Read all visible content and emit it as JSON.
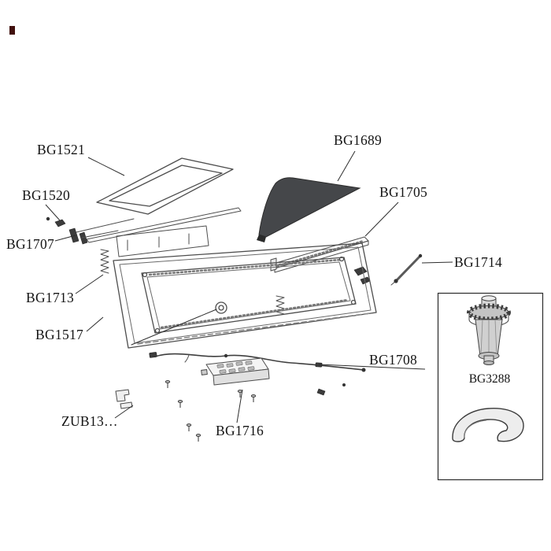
{
  "page": {
    "background": "#ffffff"
  },
  "diagram": {
    "type": "exploded-parts-diagram",
    "line_color": "#4d4d4d",
    "label_color": "#141414",
    "glass_color": "#45474a",
    "inset_border_color": "#2b2b2b"
  },
  "labels": [
    {
      "part": "bg1521",
      "text": "BG1521"
    },
    {
      "part": "bg1689",
      "text": "BG1689"
    },
    {
      "part": "bg1520",
      "text": "BG1520"
    },
    {
      "part": "bg1705",
      "text": "BG1705"
    },
    {
      "part": "bg1707",
      "text": "BG1707"
    },
    {
      "part": "bg1714",
      "text": "BG1714"
    },
    {
      "part": "bg1713",
      "text": "BG1713"
    },
    {
      "part": "bg1517",
      "text": "BG1517"
    },
    {
      "part": "bg1708",
      "text": "BG1708"
    },
    {
      "part": "zub13",
      "text": "ZUB13…"
    },
    {
      "part": "bg1716",
      "text": "BG1716"
    },
    {
      "part": "bg3288",
      "text": "BG3288"
    }
  ]
}
